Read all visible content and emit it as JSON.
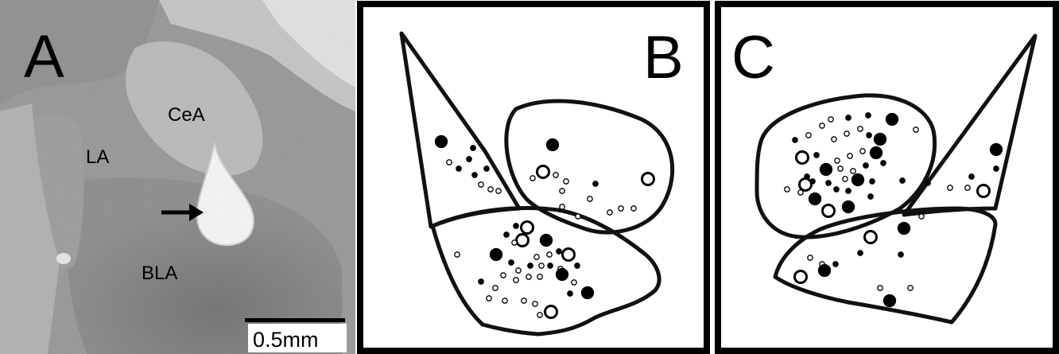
{
  "panels": {
    "a": {
      "letter": "A",
      "regions": {
        "la": "LA",
        "cea": "CeA",
        "bla": "BLA"
      },
      "scale_bar": {
        "label": "0.5mm"
      }
    },
    "b": {
      "letter": "B"
    },
    "c": {
      "letter": "C"
    }
  },
  "colors": {
    "panel_border": "#000000",
    "outline": "#111111",
    "micrograph_gray": "#8c8c8c",
    "lesion": "#f7f7f7",
    "marker_filled": "#000000",
    "marker_open": "#ffffff"
  },
  "legend_shown": false
}
